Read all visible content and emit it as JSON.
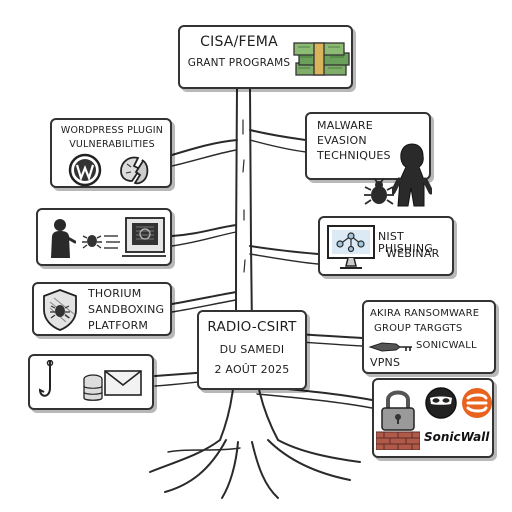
{
  "center": {
    "line1": "RADIO-CSIRT",
    "line2": "DU SAMEDI",
    "line3": "2 AOÛT 2025"
  },
  "branches": {
    "cisa": {
      "line1": "CISA/FEMA",
      "line2": "GRANT PROGRAMS"
    },
    "wordpress": {
      "line1": "WORDPRESS PLUGIN",
      "line2": "VULNERABILITIES"
    },
    "malware": {
      "line1": "MALWARE",
      "line2": "EVASION",
      "line3": "TECHNIQUES"
    },
    "threat": {},
    "nist": {
      "line1": "NIST PHISHING",
      "line2": "WEBINAR"
    },
    "thorium": {
      "line1": "THORIUM",
      "line2": "SANDBOXING",
      "line3": "PLATFORM"
    },
    "akira": {
      "line1": "AKIRA RANSOMWARE",
      "line2": "GROUP TARGGTS",
      "line3": "SONICWALL",
      "line4": "VPNS"
    },
    "phishing_email": {},
    "sonicwall": {
      "brand": "SonicWall"
    }
  },
  "colors": {
    "ink": "#1e1e1e",
    "money": "#6aa05a",
    "sonicwall_orange": "#e8641e",
    "screen_blue": "#9fc7e3",
    "brick": "#b25a4a"
  }
}
